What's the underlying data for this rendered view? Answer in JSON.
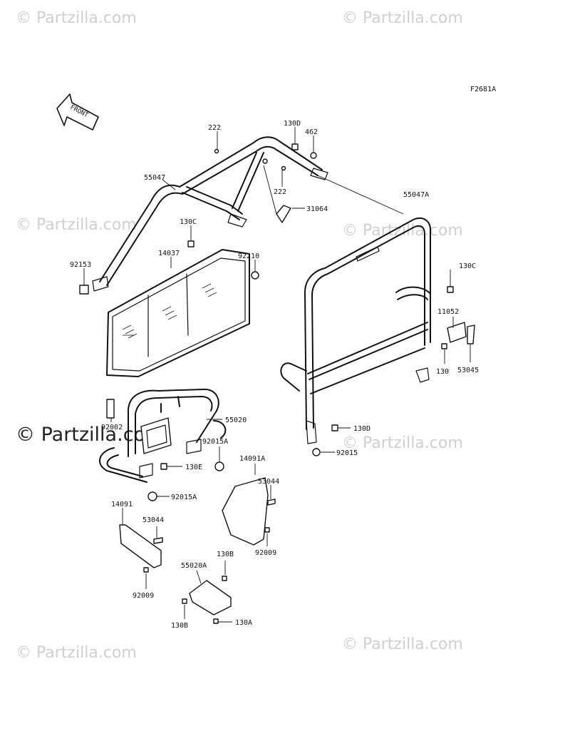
{
  "diagram_code": "F2681A",
  "front_label": "FRONT",
  "watermark_text": "© Partzilla.com",
  "parts": [
    {
      "id": "222-top",
      "label": "222"
    },
    {
      "id": "130D-top",
      "label": "130D"
    },
    {
      "id": "462",
      "label": "462"
    },
    {
      "id": "55047",
      "label": "55047"
    },
    {
      "id": "222-mid",
      "label": "222"
    },
    {
      "id": "31064",
      "label": "31064"
    },
    {
      "id": "55047A",
      "label": "55047A"
    },
    {
      "id": "130C-left",
      "label": "130C"
    },
    {
      "id": "92210",
      "label": "92210"
    },
    {
      "id": "14037",
      "label": "14037"
    },
    {
      "id": "92153",
      "label": "92153"
    },
    {
      "id": "130C-right",
      "label": "130C"
    },
    {
      "id": "11052",
      "label": "11052"
    },
    {
      "id": "130",
      "label": "130"
    },
    {
      "id": "53045",
      "label": "53045"
    },
    {
      "id": "92002",
      "label": "92002"
    },
    {
      "id": "55020",
      "label": "55020"
    },
    {
      "id": "92015A-top",
      "label": "92015A"
    },
    {
      "id": "130D-bottom",
      "label": "130D"
    },
    {
      "id": "92015",
      "label": "92015"
    },
    {
      "id": "130E",
      "label": "130E"
    },
    {
      "id": "14091A",
      "label": "14091A"
    },
    {
      "id": "53044-right",
      "label": "53044"
    },
    {
      "id": "92015A-bottom",
      "label": "92015A"
    },
    {
      "id": "14091",
      "label": "14091"
    },
    {
      "id": "53044-left",
      "label": "53044"
    },
    {
      "id": "92009-right",
      "label": "92009"
    },
    {
      "id": "130B-top",
      "label": "130B"
    },
    {
      "id": "55020A",
      "label": "55020A"
    },
    {
      "id": "92009-left",
      "label": "92009"
    },
    {
      "id": "130B-bottom",
      "label": "130B"
    },
    {
      "id": "130A",
      "label": "130A"
    }
  ]
}
